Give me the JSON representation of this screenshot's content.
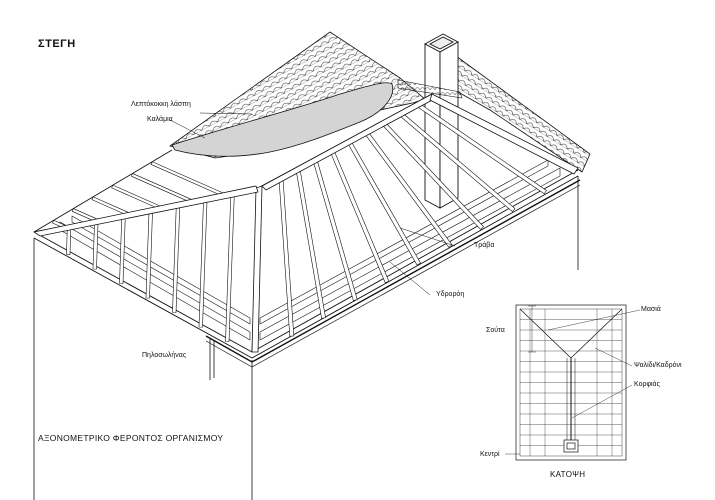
{
  "page_title": "ΣΤΕΓΗ",
  "axon_title": "ΑΞΟΝΟΜΕΤΡΙΚΟ ΦΕΡΟΝΤΟΣ ΟΡΓΑΝΙΣΜΟΥ",
  "plan_title": "ΚΑΤΟΨΗ",
  "axon_labels": {
    "fine_mortar": "Λεπτόκοκκη λάσπη",
    "reeds": "Καλάμια",
    "beam": "Τράβα",
    "gutter": "Υδρορόη",
    "clay_ridge": "Πηλοσωλήνας"
  },
  "plan_labels": {
    "ridge_rafter": "Μασιά",
    "lath": "Σούτα",
    "rafter": "Ψαλίδι/Καδρόνι",
    "ridge": "Κορφιάς",
    "center": "Κεντρί"
  }
}
